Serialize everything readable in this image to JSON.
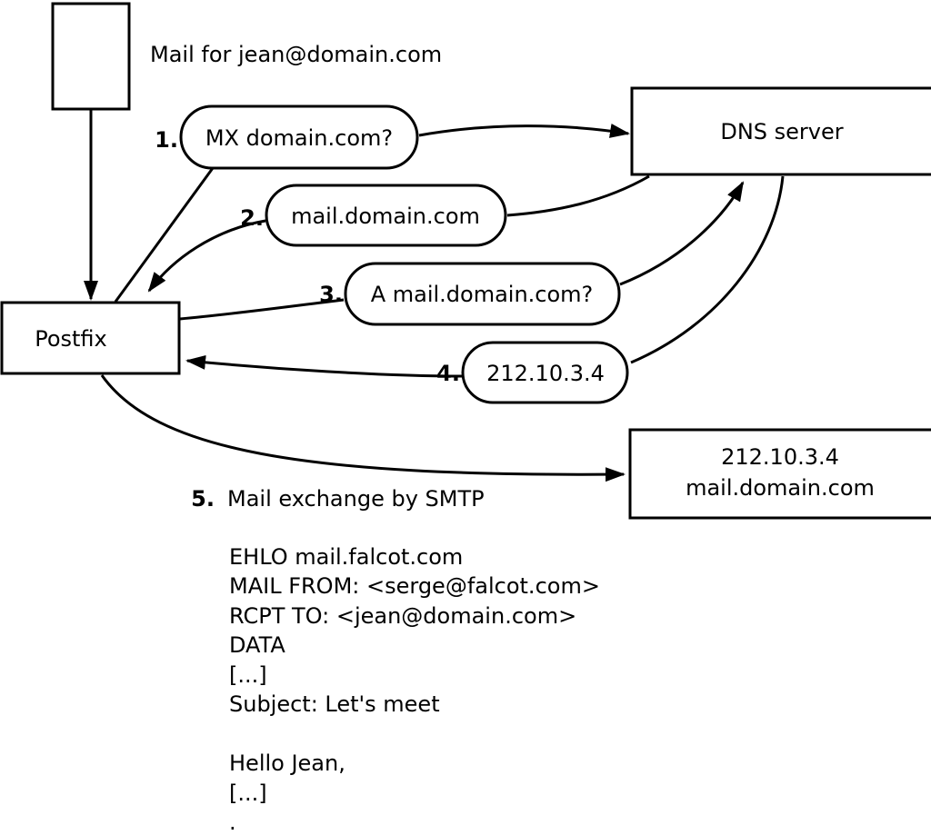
{
  "diagram": {
    "mail_label": "Mail for jean@domain.com",
    "postfix_label": "Postfix",
    "dns_server_label": "DNS server",
    "steps": [
      {
        "num": "1.",
        "label": "MX domain.com?"
      },
      {
        "num": "2.",
        "label": "mail.domain.com"
      },
      {
        "num": "3.",
        "label": "A mail.domain.com?"
      },
      {
        "num": "4.",
        "label": "212.10.3.4"
      }
    ],
    "step5": {
      "num": "5.",
      "label": "Mail exchange by SMTP"
    },
    "mail_server_box": {
      "line1": "212.10.3.4",
      "line2": "mail.domain.com"
    },
    "smtp_transcript": [
      "EHLO mail.falcot.com",
      "MAIL FROM: <serge@falcot.com>",
      "RCPT TO: <jean@domain.com>",
      "DATA",
      "[...]",
      "Subject: Let's meet",
      "",
      "Hello Jean,",
      "[...]",
      "."
    ],
    "colors": {
      "stroke": "#000000",
      "fill": "#ffffff"
    }
  }
}
